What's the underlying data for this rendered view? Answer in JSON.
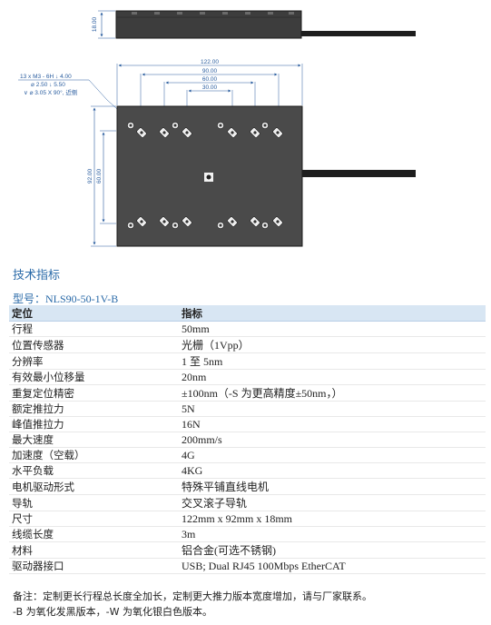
{
  "drawing": {
    "side_height_dim": "18.00",
    "width_dims": [
      "122.00",
      "90.00",
      "60.00",
      "30.00"
    ],
    "height_dims": [
      "92.00",
      "60.00"
    ],
    "hole_callout": [
      "13 x  M3 - 6H ↓ 4.00",
      "⌀ 2.50 ↓ 5.50",
      "∨ ⌀ 3.05 X 90°, 近侧"
    ]
  },
  "section_title": "技术指标",
  "model": "型号：NLS90-50-1V-B",
  "table": {
    "headers": [
      "定位",
      "指标"
    ],
    "rows": [
      [
        "行程",
        "50mm"
      ],
      [
        "位置传感器",
        "光栅（1Vpp）"
      ],
      [
        "分辨率",
        "1 至  5nm"
      ],
      [
        "有效最小位移量",
        "20nm"
      ],
      [
        "重复定位精密",
        "±100nm（-S 为更高精度±50nm，）"
      ],
      [
        "额定推拉力",
        "5N"
      ],
      [
        "峰值推拉力",
        "16N"
      ],
      [
        "最大速度",
        "200mm/s"
      ],
      [
        "加速度（空载）",
        "4G"
      ],
      [
        "水平负载",
        "4KG"
      ],
      [
        "电机驱动形式",
        "特殊平铺直线电机"
      ],
      [
        "导轨",
        "交叉滚子导轨"
      ],
      [
        "尺寸",
        "122mm x 92mm x 18mm"
      ],
      [
        "线缆长度",
        "3m"
      ],
      [
        "材料",
        "铝合金(可选不锈钢)"
      ],
      [
        "驱动器接口",
        "USB; Dual RJ45 100Mbps EtherCAT"
      ]
    ]
  },
  "notes": [
    "备注：定制更长行程总长度全加长，定制更大推力版本宽度增加，请与厂家联系。",
    "-B 为氧化发黑版本，-W 为氧化银白色版本。"
  ]
}
